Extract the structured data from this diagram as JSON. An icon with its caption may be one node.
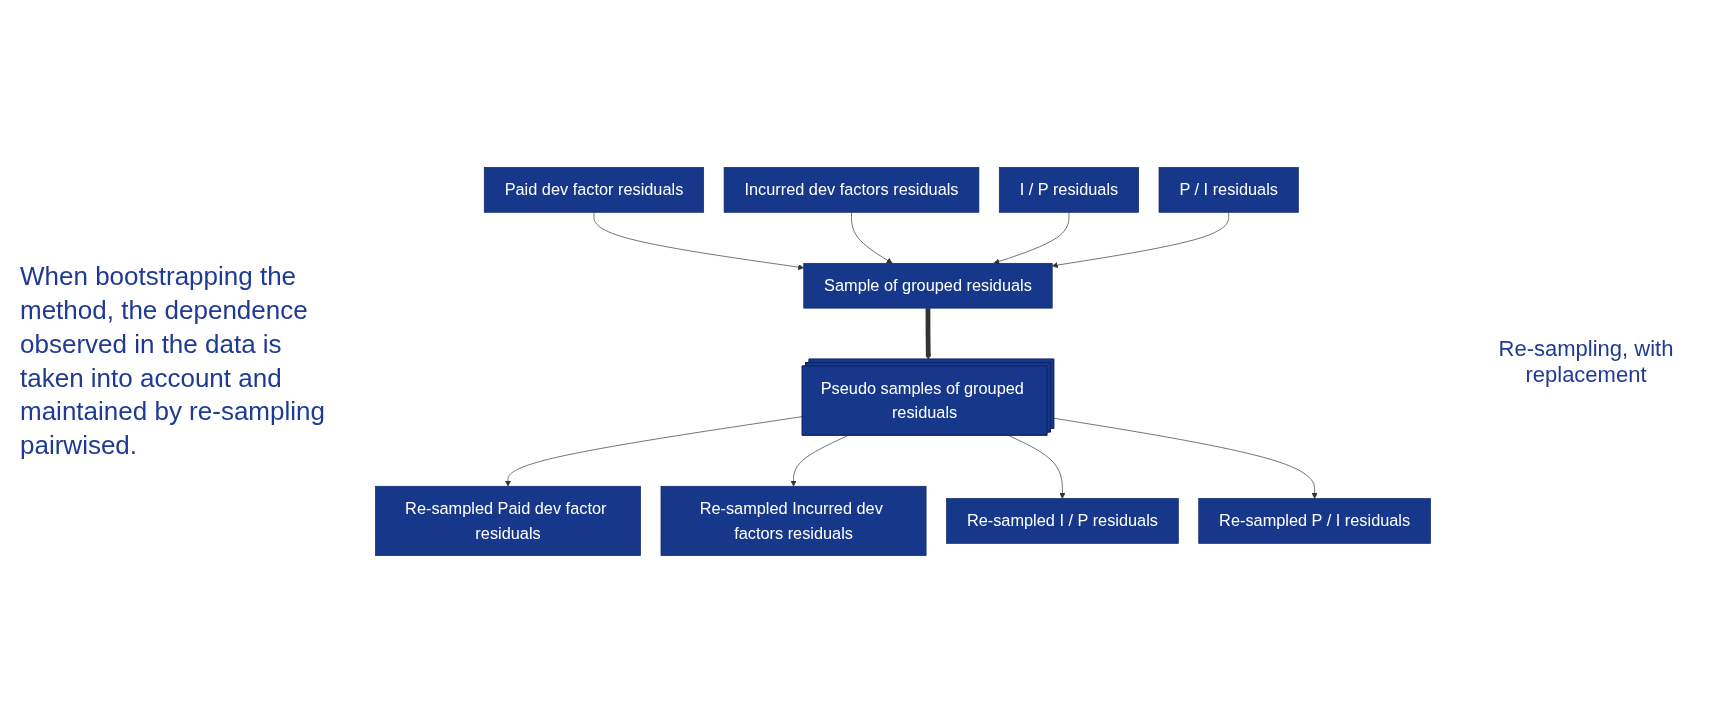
{
  "diagram": {
    "nodes": [
      {
        "text": [
          "Paid dev factor residuals"
        ]
      },
      {
        "text": [
          "Incurred dev factors residuals"
        ]
      },
      {
        "text": [
          "I / P residuals"
        ]
      },
      {
        "text": [
          "P / I residuals"
        ]
      },
      {
        "text": [
          "Sample of grouped residuals"
        ]
      },
      {
        "text": [
          "Pseudo samples of grouped residuals"
        ]
      },
      {
        "text": [
          "Re-sampled Paid dev factor residuals"
        ]
      },
      {
        "text": [
          "Re-sampled Incurred dev factors residuals"
        ]
      },
      {
        "text": [
          "Re-sampled I / P residuals"
        ]
      },
      {
        "text": [
          "Re-sampled P / I residuals"
        ]
      }
    ],
    "edges": [
      {
        "from": 0,
        "to": 4,
        "arrow": "to"
      },
      {
        "from": 1,
        "to": 4,
        "arrow": "to"
      },
      {
        "from": 2,
        "to": 4,
        "arrow": "to"
      },
      {
        "from": 3,
        "to": 4,
        "arrow": "to"
      },
      {
        "from": 4,
        "to": 5,
        "arrow": "to",
        "style": "thick"
      },
      {
        "from": 5,
        "to": 6,
        "arrow": "to"
      },
      {
        "from": 5,
        "to": 7,
        "arrow": "to"
      },
      {
        "from": 5,
        "to": 8,
        "arrow": "to"
      },
      {
        "from": 5,
        "to": 9,
        "arrow": "to"
      }
    ],
    "labels": [
      "When bootstrapping the method, the dependence observed in the data is taken into account and maintained by re-sampling pairwised.",
      "Re-sampling, with replacement"
    ]
  }
}
